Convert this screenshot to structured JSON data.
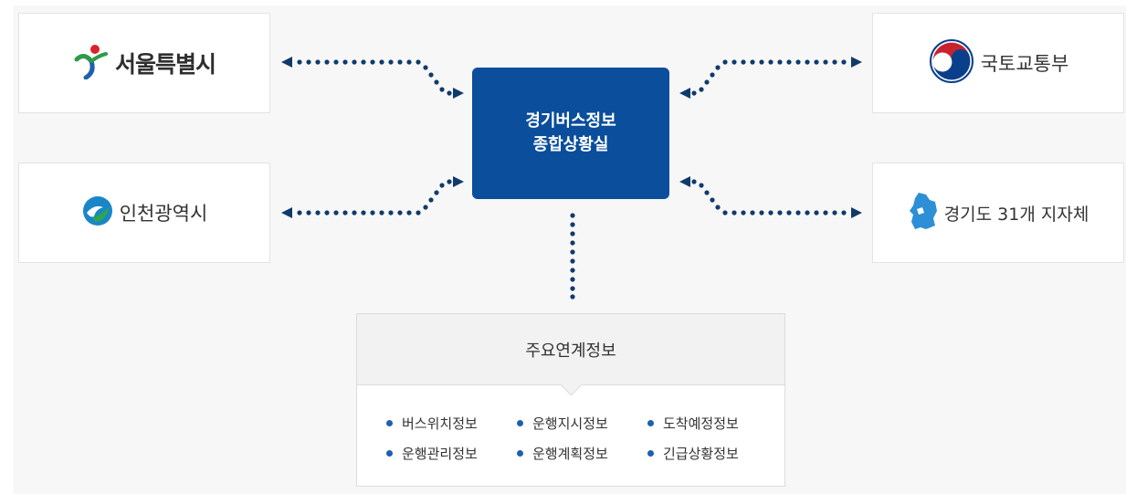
{
  "center": {
    "line1": "경기버스정보",
    "line2": "종합상황실"
  },
  "orgs": {
    "seoul": {
      "name": "서울특별시",
      "logo": "seoul-symbol-icon"
    },
    "incheon": {
      "name": "인천광역시",
      "logo": "incheon-symbol-icon"
    },
    "molit": {
      "name": "국토교통부",
      "logo": "taegeuk-icon"
    },
    "gyeonggi": {
      "name": "경기도 31개 지자체",
      "logo": "gyeonggi-map-icon"
    }
  },
  "info": {
    "title": "주요연계정보",
    "items": [
      "버스위치정보",
      "운행지시정보",
      "도착예정정보",
      "운행관리정보",
      "운행계획정보",
      "긴급상황정보"
    ]
  },
  "colors": {
    "primary": "#0a4e9c",
    "connector": "#103a6b",
    "bullet": "#1f5fae"
  }
}
